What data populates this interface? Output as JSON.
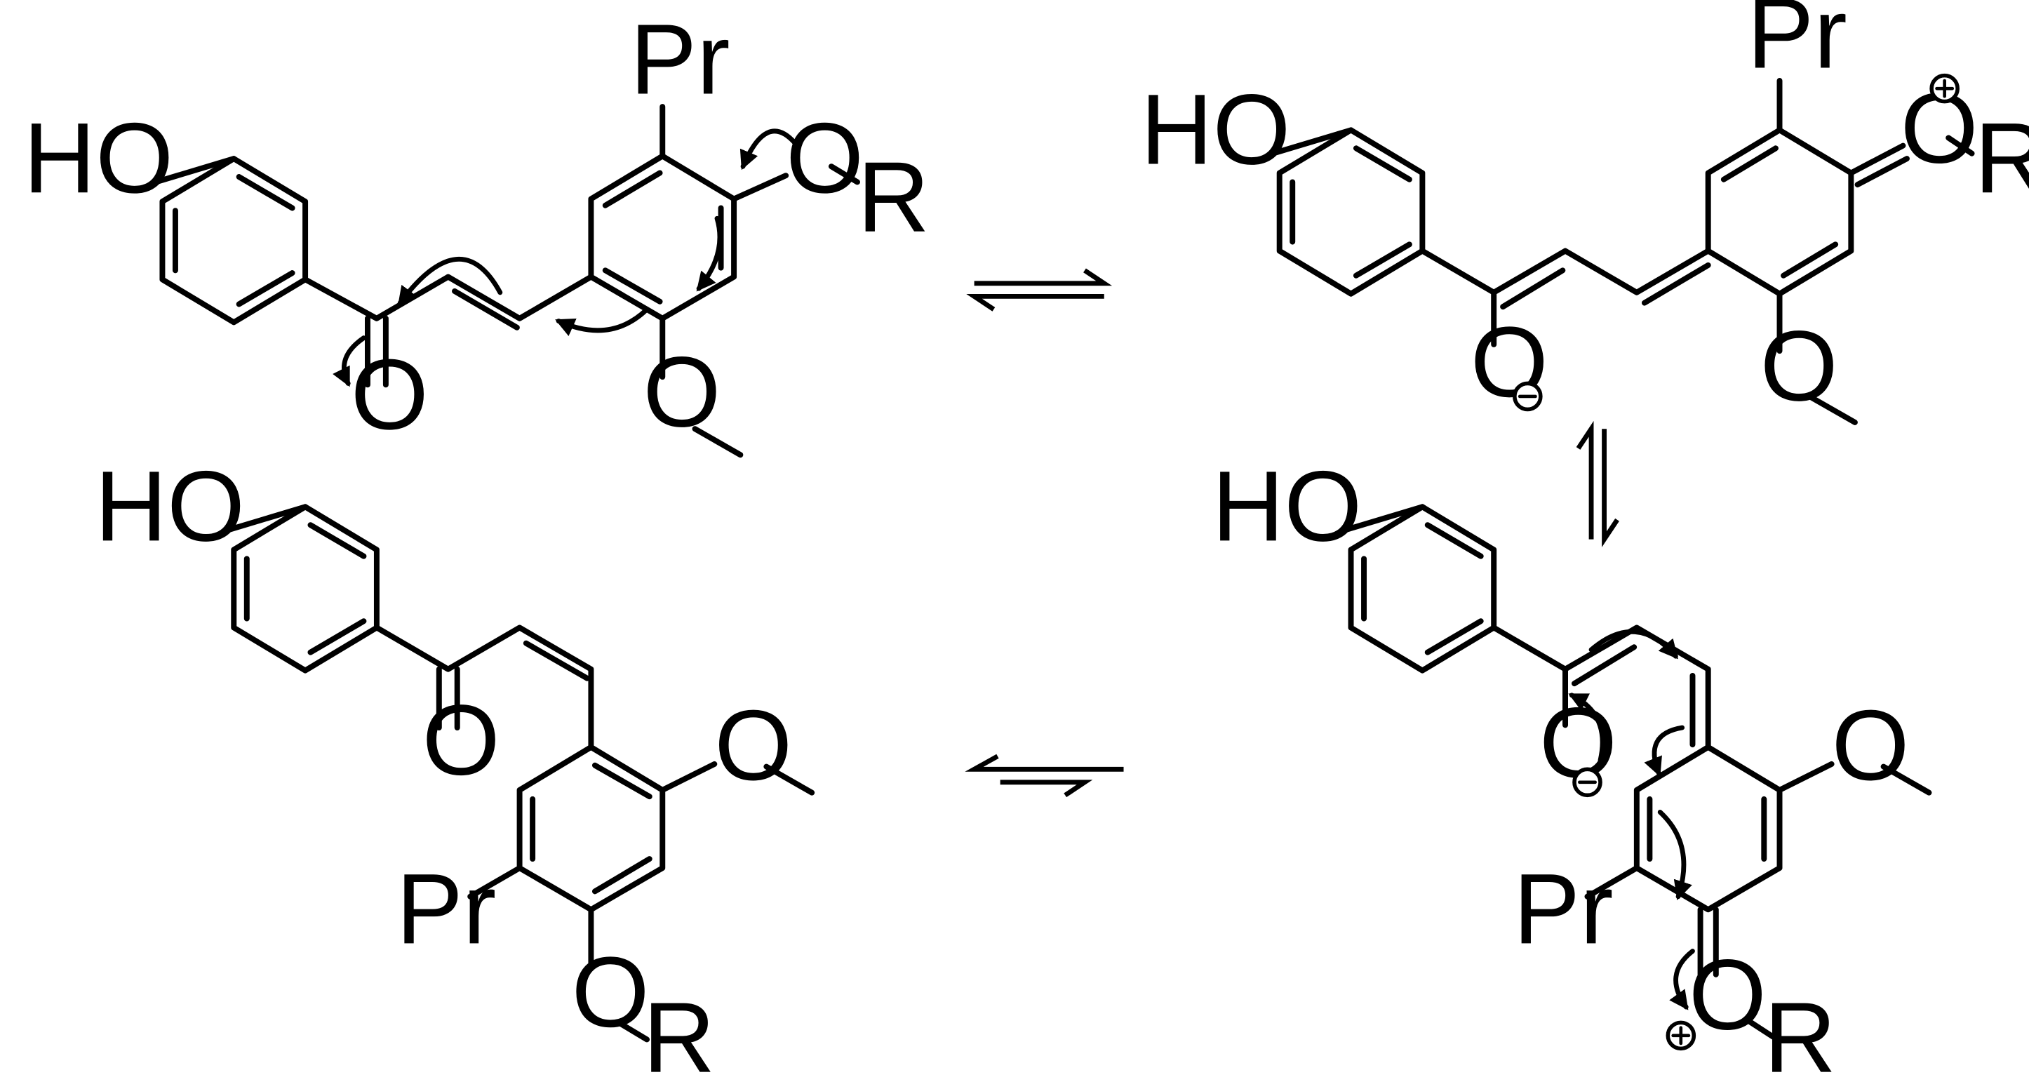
{
  "scheme": {
    "molecules": [
      {
        "id": "m1",
        "labels": {
          "ho": "HO",
          "pr": "Pr",
          "o_carbonyl": "O",
          "o_ether": "O",
          "r": "R",
          "o_methoxy": "O"
        }
      },
      {
        "id": "m2",
        "labels": {
          "ho": "HO",
          "pr": "Pr",
          "o_enolate": "O",
          "o_oxonium": "O",
          "r": "R",
          "o_methoxy": "O"
        },
        "charges": {
          "enolate": "⊖",
          "oxonium": "⊕"
        }
      },
      {
        "id": "m3",
        "labels": {
          "ho": "HO",
          "pr": "Pr",
          "o_enolate": "O",
          "o_oxonium": "O",
          "r": "R",
          "o_methoxy": "O"
        },
        "charges": {
          "enolate": "⊖",
          "oxonium": "⊕"
        }
      },
      {
        "id": "m4",
        "labels": {
          "ho": "HO",
          "pr": "Pr",
          "o_carbonyl": "O",
          "o_ether": "O",
          "r": "R",
          "o_methoxy": "O"
        }
      }
    ],
    "equilibria": [
      {
        "from": "m1",
        "to": "m2",
        "direction": "horizontal"
      },
      {
        "from": "m2",
        "to": "m3",
        "direction": "vertical"
      },
      {
        "from": "m3",
        "to": "m4",
        "direction": "horizontal",
        "favored": "m4"
      }
    ]
  }
}
